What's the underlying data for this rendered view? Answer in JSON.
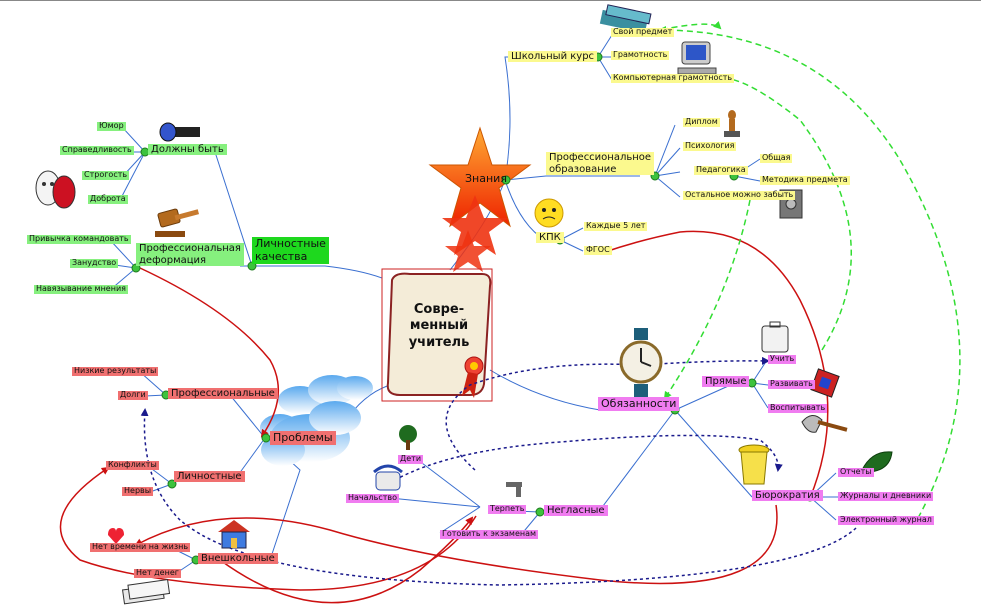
{
  "center": {
    "line1": "Совре-",
    "line2": "менный",
    "line3": "учитель"
  },
  "branches": {
    "knowledge": {
      "label": "Знания",
      "school_course": {
        "label": "Школьный курс",
        "items": [
          "Свой предмет",
          "Грамотность",
          "Компьютерная грамотность"
        ]
      },
      "prof_education": {
        "label_line1": "Профессиональное",
        "label_line2": "образование",
        "items": [
          "Диплом",
          "Психология",
          "Педагогика",
          "Остальное можно забыть"
        ],
        "pedagogy_items": [
          "Общая",
          "Методика предмета"
        ]
      },
      "kpk": {
        "label": "КПК",
        "items": [
          "Каждые 5 лет",
          "ФГОС"
        ]
      }
    },
    "personal": {
      "label_line1": "Личностные",
      "label_line2": "качества",
      "must_be": {
        "label": "Должны быть",
        "items": [
          "Юмор",
          "Справедливость",
          "Строгость",
          "Доброта"
        ]
      },
      "deformation": {
        "label_line1": "Профессиональная",
        "label_line2": "деформация",
        "items": [
          "Привычка командовать",
          "Занудство",
          "Навязывание мнения"
        ]
      }
    },
    "problems": {
      "label": "Проблемы",
      "professional": {
        "label": "Профессиональные",
        "items": [
          "Низкие результаты",
          "Долги"
        ]
      },
      "personal": {
        "label": "Личностные",
        "items": [
          "Конфликты",
          "Нервы"
        ]
      },
      "external": {
        "label": "Внешкольные",
        "items": [
          "Нет времени на жизнь",
          "Нет денег"
        ]
      }
    },
    "duties": {
      "label": "Обязанности",
      "direct": {
        "label": "Прямые",
        "items": [
          "Учить",
          "Развивать",
          "Воспитывать"
        ]
      },
      "bureaucracy": {
        "label": "Бюрократия",
        "items": [
          "Отчеты",
          "Журналы и дневники",
          "Электронный журнал"
        ]
      },
      "unspoken": {
        "label": "Негласные",
        "items": [
          "Дети",
          "Начальство",
          "Терпеть",
          "Готовить к экзаменам"
        ]
      }
    }
  },
  "colors": {
    "knowledge": "#fbf98e",
    "personal": "#86f07e",
    "problems": "#f07070",
    "duties": "#f07cf0",
    "branch_line": "#3a6fd0",
    "arrow_red": "#cc1111",
    "arrow_navy": "#1a1a8c",
    "arrow_green": "#33dd33"
  },
  "icons": [
    "books-icon",
    "computer-icon",
    "flashlight-icon",
    "theatre-masks-icon",
    "gavel-icon",
    "stamp-icon",
    "smiley-icon",
    "safe-icon",
    "star-icon",
    "scroll-icon",
    "cloud-icon",
    "clock-icon",
    "briefcase-icon",
    "rubik-cube-icon",
    "axe-icon",
    "trash-can-icon",
    "leaf-icon",
    "tree-icon",
    "telephone-icon",
    "faucet-icon",
    "heart-icon",
    "house-icon",
    "money-icon"
  ]
}
